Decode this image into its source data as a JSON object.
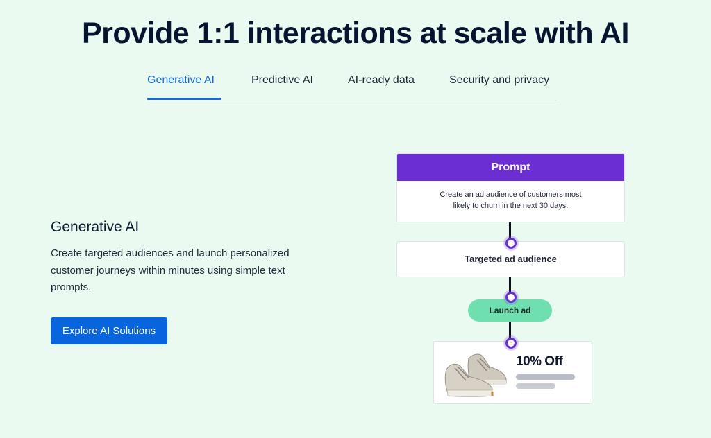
{
  "headline": "Provide 1:1 interactions at scale with AI",
  "tabs": [
    {
      "label": "Generative AI",
      "active": true
    },
    {
      "label": "Predictive AI",
      "active": false
    },
    {
      "label": "AI-ready data",
      "active": false
    },
    {
      "label": "Security and privacy",
      "active": false
    }
  ],
  "section": {
    "title": "Generative AI",
    "description": "Create targeted audiences and launch personalized customer journeys within minutes using simple text prompts.",
    "cta_label": "Explore AI Solutions"
  },
  "diagram": {
    "prompt_title": "Prompt",
    "prompt_text": "Create an ad audience of customers most likely to churn in the next 30 days.",
    "audience_label": "Targeted ad audience",
    "launch_label": "Launch ad",
    "ad_offer": "10% Off",
    "ad_icon": "sneaker-image"
  },
  "colors": {
    "background": "#eafaf1",
    "accent_blue": "#1769d6",
    "button_blue": "#0865dd",
    "prompt_purple": "#6a2ed3",
    "launch_green": "#6fdfb0"
  }
}
